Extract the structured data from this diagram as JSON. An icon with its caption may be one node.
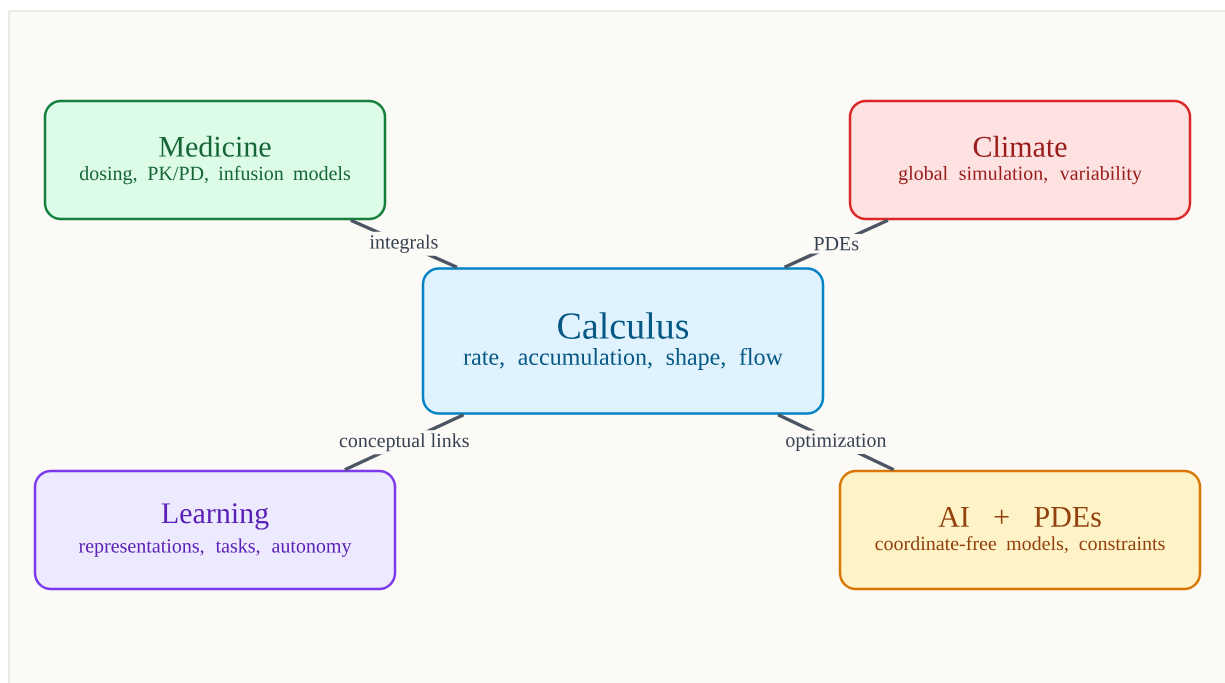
{
  "diagram": {
    "nodes": [
      {
        "text": [
          "Calculus",
          "rate, accumulation, shape, flow"
        ]
      },
      {
        "text": [
          "Medicine",
          "dosing, PK/PD, infusion models"
        ]
      },
      {
        "text": [
          "Climate",
          "global simulation, variability"
        ]
      },
      {
        "text": [
          "Learning",
          "representations, tasks, autonomy"
        ]
      },
      {
        "text": [
          "AI + PDEs",
          "coordinate-free models, constraints"
        ]
      }
    ],
    "edges": [
      {
        "from": 0,
        "to": 1,
        "arrow": "none",
        "label": "integrals"
      },
      {
        "from": 0,
        "to": 2,
        "arrow": "none",
        "label": "PDEs"
      },
      {
        "from": 0,
        "to": 3,
        "arrow": "none",
        "label": "conceptual links"
      },
      {
        "from": 0,
        "to": 4,
        "arrow": "none",
        "label": "optimization"
      }
    ]
  }
}
